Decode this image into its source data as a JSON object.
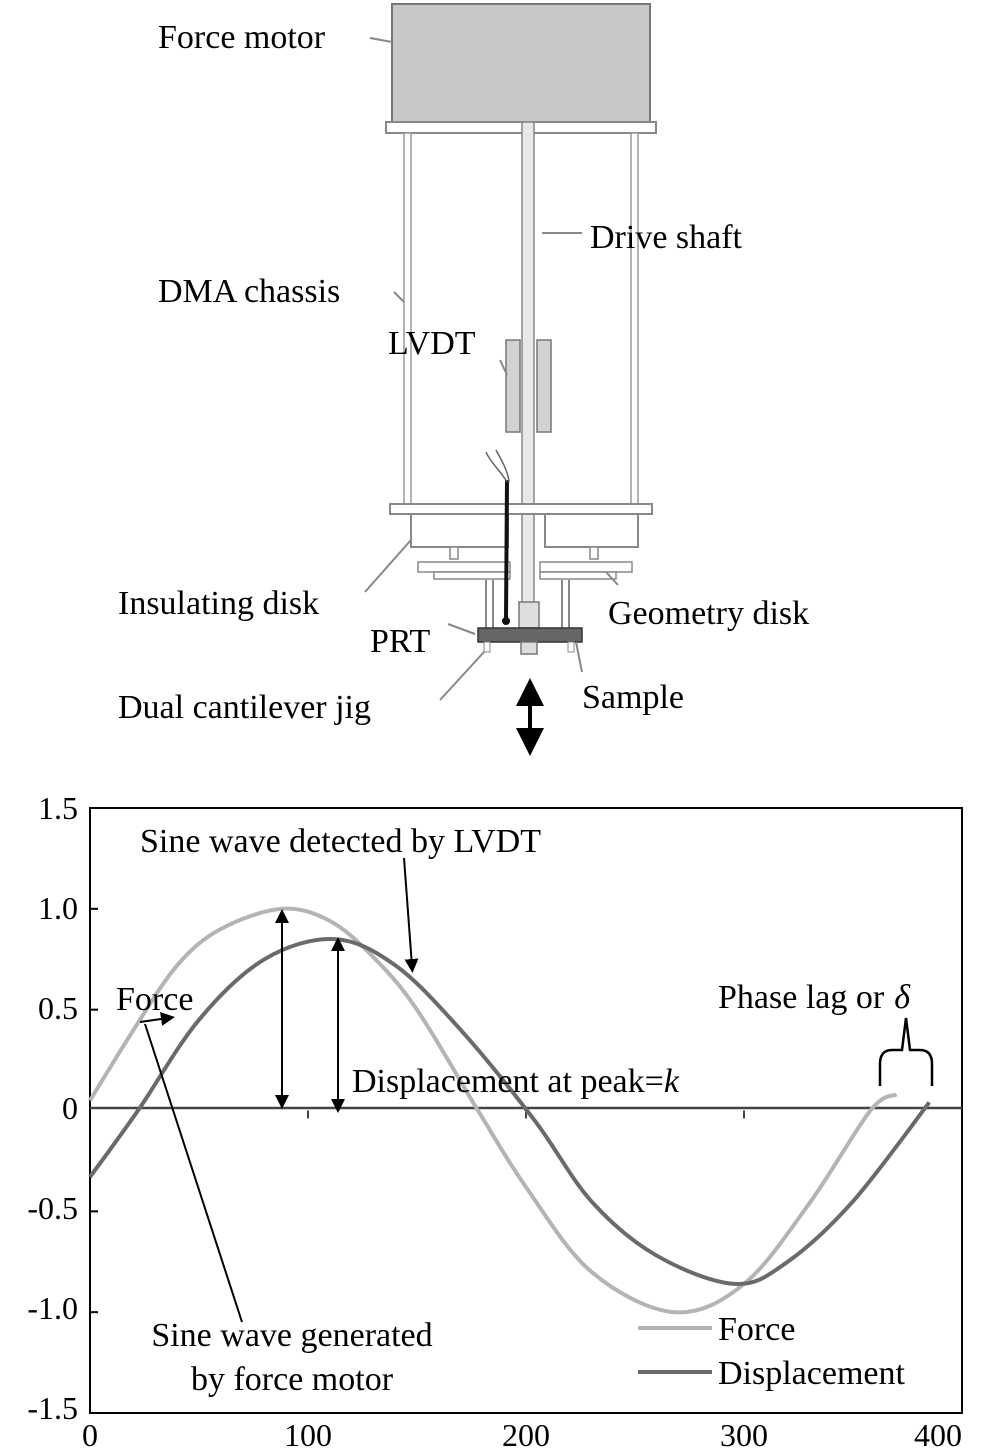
{
  "diagram": {
    "labels": {
      "force_motor": "Force motor",
      "drive_shaft": "Drive shaft",
      "dma_chassis": "DMA chassis",
      "lvdt": "LVDT",
      "insulating_disk": "Insulating disk",
      "geometry_disk": "Geometry disk",
      "prt": "PRT",
      "sample": "Sample",
      "dual_cantilever_jig": "Dual cantilever jig"
    }
  },
  "annotations": {
    "lvdt_wave": "Sine wave detected by LVDT",
    "force_label": "Force",
    "phase_lag": "Phase lag or",
    "phase_symbol": "δ",
    "displacement_peak": "Displacement at peak=",
    "peak_symbol": "k",
    "motor_wave_line1": "Sine wave generated",
    "motor_wave_line2": "by force motor"
  },
  "colors": {
    "force": "#b4b4b4",
    "displacement": "#6a6a6a",
    "motor_fill": "#c8c8c8"
  },
  "chart_data": {
    "type": "line",
    "x_range": [
      0,
      400
    ],
    "y_range": [
      -1.5,
      1.5
    ],
    "x_ticks": [
      "0",
      "100",
      "200",
      "300",
      "400"
    ],
    "y_ticks": [
      "1.5",
      "1.0",
      "0.5",
      "0",
      "-0.5",
      "-1.0",
      "-1.5"
    ],
    "legend_position": "bottom-right",
    "series": [
      {
        "name": "Force",
        "color": "#b4b4b4",
        "x": [
          0,
          20,
          40,
          60,
          88,
          110,
          130,
          150,
          178,
          200,
          230,
          268,
          300,
          330,
          358,
          370
        ],
        "y": [
          0.05,
          0.4,
          0.72,
          0.9,
          1.0,
          0.94,
          0.76,
          0.5,
          0.0,
          -0.38,
          -0.8,
          -1.0,
          -0.86,
          -0.46,
          0.0,
          0.08
        ]
      },
      {
        "name": "Displacement",
        "color": "#6a6a6a",
        "x": [
          0,
          22,
          50,
          80,
          112,
          140,
          170,
          204,
          230,
          260,
          296,
          320,
          350,
          385
        ],
        "y": [
          -0.33,
          0.0,
          0.45,
          0.75,
          0.85,
          0.72,
          0.4,
          -0.05,
          -0.45,
          -0.72,
          -0.86,
          -0.75,
          -0.45,
          0.04
        ]
      }
    ]
  }
}
